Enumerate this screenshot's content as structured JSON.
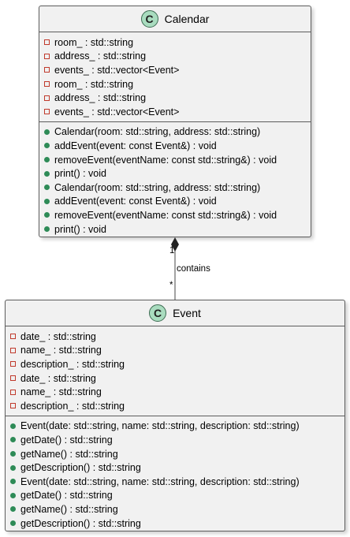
{
  "classes": {
    "calendar": {
      "name": "Calendar",
      "badge": "C",
      "attributes": [
        "room_ : std::string",
        "address_ : std::string",
        "events_ : std::vector<Event>",
        "room_ : std::string",
        "address_ : std::string",
        "events_ : std::vector<Event>"
      ],
      "methods": [
        "Calendar(room: std::string, address: std::string)",
        "addEvent(event: const Event&) : void",
        "removeEvent(eventName: const std::string&) : void",
        "print() : void",
        "Calendar(room: std::string, address: std::string)",
        "addEvent(event: const Event&) : void",
        "removeEvent(eventName: const std::string&) : void",
        "print() : void"
      ]
    },
    "event": {
      "name": "Event",
      "badge": "C",
      "attributes": [
        "date_ : std::string",
        "name_ : std::string",
        "description_ : std::string",
        "date_ : std::string",
        "name_ : std::string",
        "description_ : std::string"
      ],
      "methods": [
        "Event(date: std::string, name: std::string, description: std::string)",
        "getDate() : std::string",
        "getName() : std::string",
        "getDescription() : std::string",
        "Event(date: std::string, name: std::string, description: std::string)",
        "getDate() : std::string",
        "getName() : std::string",
        "getDescription() : std::string"
      ]
    }
  },
  "relation": {
    "label": "contains",
    "source_multiplicity": "1",
    "target_multiplicity": "*"
  },
  "colors": {
    "class_fill": "#f1f1f1",
    "class_border": "#5c5c5c",
    "badge_fill": "#a9dcbf",
    "private_marker": "#c0392b",
    "public_marker": "#2e8b57"
  }
}
